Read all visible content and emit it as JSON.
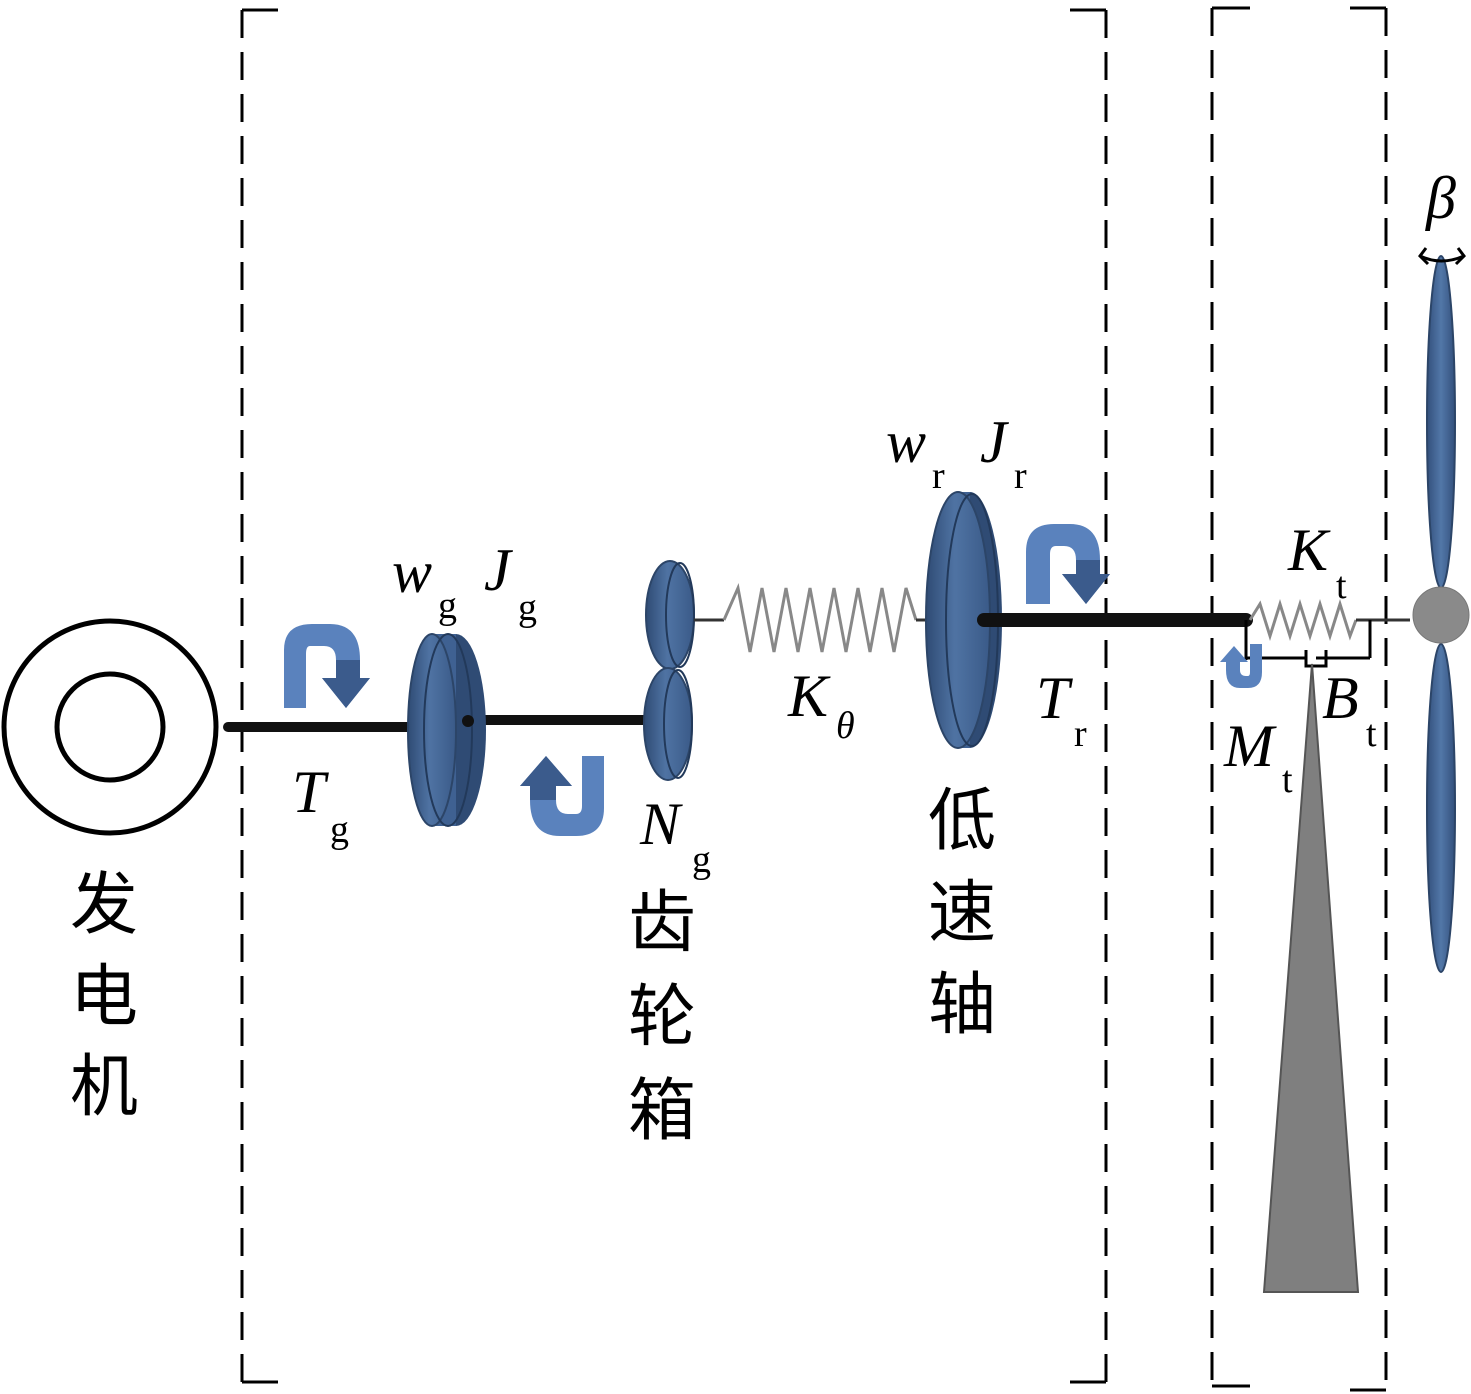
{
  "colors": {
    "disk_face": "#4a6d9c",
    "disk_rim": "#2c4568",
    "arrow_light": "#5a82bd",
    "arrow_dark": "#3b5b8c",
    "spring": "#888888",
    "tower": "#7f7f7f",
    "hub": "#8a8a8a",
    "shaft": "#111111",
    "frame": "#000000"
  },
  "labels": {
    "generator_name": [
      "发",
      "电",
      "机"
    ],
    "gearbox_name": [
      "齿",
      "轮",
      "箱"
    ],
    "lowspeed_shaft_name": [
      "低",
      "速",
      "轴"
    ],
    "Tg": {
      "main": "T",
      "sub": "g"
    },
    "wg": {
      "main": "w",
      "sub": "g"
    },
    "Jg": {
      "main": "J",
      "sub": "g"
    },
    "Ng": {
      "main": "N",
      "sub": "g"
    },
    "Ktheta": {
      "main": "K",
      "sub": "θ"
    },
    "wr": {
      "main": "w",
      "sub": "r"
    },
    "Jr": {
      "main": "J",
      "sub": "r"
    },
    "Tr": {
      "main": "T",
      "sub": "r"
    },
    "Kt": {
      "main": "K",
      "sub": "t"
    },
    "Bt": {
      "main": "B",
      "sub": "t"
    },
    "Mt": {
      "main": "M",
      "sub": "t"
    },
    "beta": "β"
  },
  "icons": [
    "generator-icon",
    "disk-icon",
    "gear-icon",
    "spring-icon",
    "damper-icon",
    "rotation-arrow-icon",
    "blade-icon",
    "tower-icon"
  ]
}
